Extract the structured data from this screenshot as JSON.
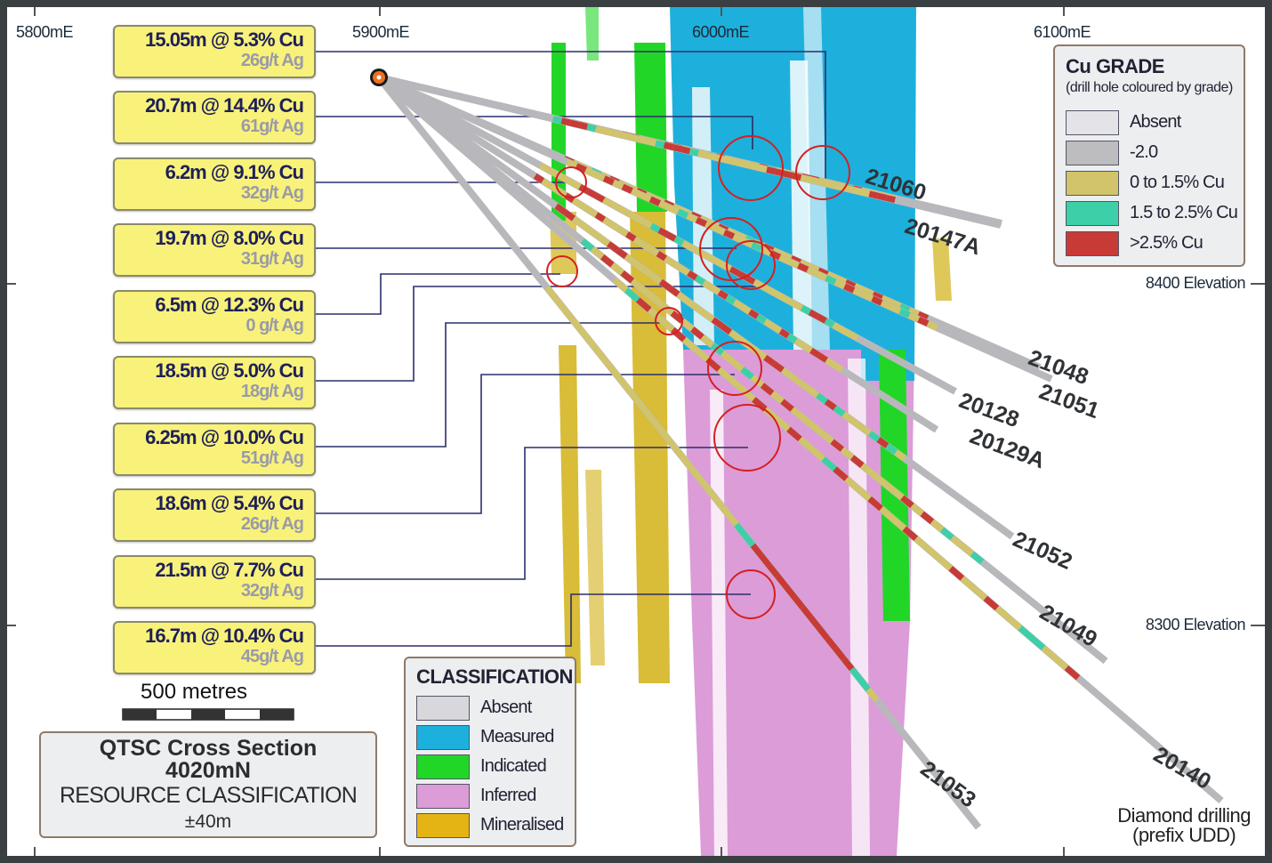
{
  "eastings": [
    "5800mE",
    "5900mE",
    "6000mE",
    "6100mE"
  ],
  "elevations": [
    "8400 Elevation",
    "8300 Elevation"
  ],
  "intercepts": [
    {
      "cu": "15.05m @ 5.3% Cu",
      "ag": "26g/t Ag"
    },
    {
      "cu": "20.7m @ 14.4% Cu",
      "ag": "61g/t Ag"
    },
    {
      "cu": "6.2m @ 9.1% Cu",
      "ag": "32g/t Ag"
    },
    {
      "cu": "19.7m @ 8.0% Cu",
      "ag": "31g/t Ag"
    },
    {
      "cu": "6.5m @ 12.3% Cu",
      "ag": "0 g/t Ag"
    },
    {
      "cu": "18.5m @ 5.0% Cu",
      "ag": "18g/t Ag"
    },
    {
      "cu": "6.25m @ 10.0% Cu",
      "ag": "51g/t Ag"
    },
    {
      "cu": "18.6m @ 5.4% Cu",
      "ag": "26g/t Ag"
    },
    {
      "cu": "21.5m @ 7.7% Cu",
      "ag": "32g/t Ag"
    },
    {
      "cu": "16.7m @ 10.4% Cu",
      "ag": "45g/t Ag"
    }
  ],
  "drill_holes": [
    "21060",
    "20147A",
    "21048",
    "21051",
    "20128",
    "20129A",
    "21052",
    "21049",
    "20140",
    "21053"
  ],
  "cu_grade_legend": {
    "title": "Cu GRADE",
    "subtitle": "(drill hole coloured by grade)",
    "items": [
      {
        "label": "Absent",
        "color": "#e4e4e8"
      },
      {
        "label": "-2.0",
        "color": "#bdbdc0"
      },
      {
        "label": "0  to 1.5% Cu",
        "color": "#d2c46a"
      },
      {
        "label": "1.5  to 2.5% Cu",
        "color": "#3dd0a8"
      },
      {
        "label": ">2.5% Cu",
        "color": "#c83a36"
      }
    ]
  },
  "classification_legend": {
    "title": "CLASSIFICATION",
    "items": [
      {
        "label": "Absent",
        "color": "#d8d8dc"
      },
      {
        "label": "Measured",
        "color": "#1eb0dc"
      },
      {
        "label": "Indicated",
        "color": "#22d628"
      },
      {
        "label": "Inferred",
        "color": "#dc9cd8"
      },
      {
        "label": "Mineralised",
        "color": "#e4b414"
      }
    ]
  },
  "scale": {
    "label": "500 metres"
  },
  "title_block": {
    "line1": "QTSC Cross Section",
    "line2": "4020mN",
    "line3": "RESOURCE CLASSIFICATION",
    "line4": "±40m"
  },
  "footer": {
    "line1": "Diamond drilling",
    "line2": "(prefix UDD)"
  },
  "colors": {
    "measured": "#1eb0dc",
    "indicated": "#22d628",
    "inferred": "#dc9cd8",
    "mineralised": "#d2b014",
    "drill_absent": "#b8b8bc",
    "high_grade": "#c83a36",
    "mid_grade": "#3dd0a8",
    "low_grade": "#d2c46a",
    "callout_fill": "#f8f27a",
    "leader": "#2a2f6a",
    "circle": "#d42020"
  }
}
